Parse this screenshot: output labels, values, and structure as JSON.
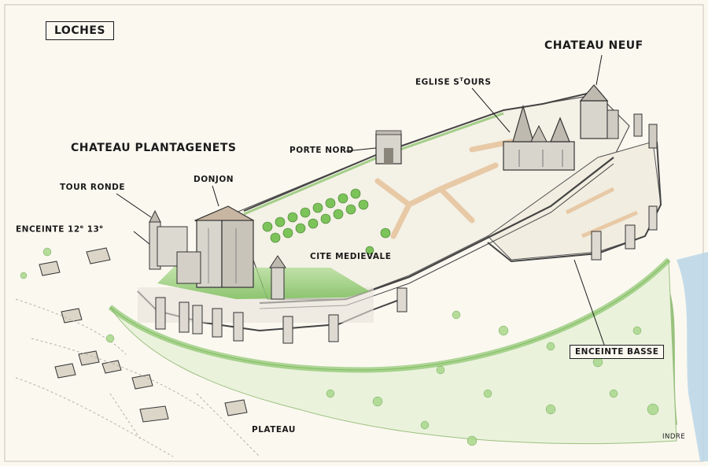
{
  "title": "LOCHES",
  "labels": {
    "chateau_neuf": "CHATEAU NEUF",
    "eglise_pre": "EGLISE S",
    "eglise_sup": "T",
    "eglise_post": "OURS",
    "porte_nord": "PORTE NORD",
    "chateau_plantagenets": "CHATEAU PLANTAGENETS",
    "donjon": "DONJON",
    "tour_ronde": "TOUR RONDE",
    "enceinte_pre": "ENCEINTE 12",
    "enceinte_sup1": "e",
    "enceinte_mid": " 13",
    "enceinte_sup2": "e",
    "cite_medievale": "CITE MEDIEVALE",
    "enceinte_basse": "ENCEINTE BASSE",
    "plateau": "PLATEAU",
    "indre": "INDRE"
  },
  "colors": {
    "paper": "#fbf8f0",
    "ink": "#1b1b1b",
    "grass": "#7cc35a",
    "stone": "#d9d6cf",
    "path": "#e8c9a6",
    "river": "#bcd7e8"
  }
}
